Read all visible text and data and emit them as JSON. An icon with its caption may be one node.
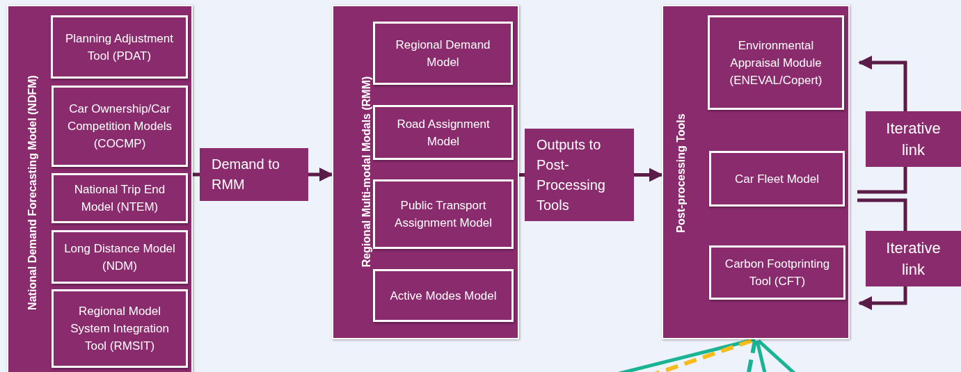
{
  "diagram": {
    "nodes": [
      {
        "text": [
          "National Demand Forecasting Model (NDFM)"
        ]
      },
      {
        "text": [
          "Planning Adjustment Tool (PDAT)"
        ],
        "in": 0
      },
      {
        "text": [
          "Car Ownership/Car Competition Models (COCMP)"
        ],
        "in": 0
      },
      {
        "text": [
          "National Trip End Model (NTEM)"
        ],
        "in": 0
      },
      {
        "text": [
          "Long Distance Model (NDM)"
        ],
        "in": 0
      },
      {
        "text": [
          "Regional Model System Integration Tool (RMSIT)"
        ],
        "in": 0
      },
      {
        "text": [
          "Demand to RMM"
        ]
      },
      {
        "text": [
          "Regional Multi-modal Modals (RMM)"
        ]
      },
      {
        "text": [
          "Regional Demand Model"
        ],
        "in": 7
      },
      {
        "text": [
          "Road Assignment Model"
        ],
        "in": 7
      },
      {
        "text": [
          "Public Transport Assignment Model"
        ],
        "in": 7
      },
      {
        "text": [
          "Active Modes Model"
        ],
        "in": 7
      },
      {
        "text": [
          "Outputs to Post-Processing Tools"
        ]
      },
      {
        "text": [
          "Post-processing Tools"
        ]
      },
      {
        "text": [
          "Environmental Appraisal Module (ENEVAL/Copert)"
        ],
        "in": 13
      },
      {
        "text": [
          "Car Fleet Model"
        ],
        "in": 13
      },
      {
        "text": [
          "Carbon Footprinting Tool (CFT)"
        ],
        "in": 13
      },
      {
        "text": [
          "Iterative link"
        ]
      },
      {
        "text": [
          "Iterative link"
        ]
      }
    ],
    "edges": [
      {
        "from": 0,
        "to": 6,
        "arrow": "none"
      },
      {
        "from": 6,
        "to": 7,
        "arrow": "to"
      },
      {
        "from": 7,
        "to": 12,
        "arrow": "none"
      },
      {
        "from": 12,
        "to": 13,
        "arrow": "to"
      },
      {
        "from": 15,
        "to": 17,
        "arrow": "none"
      },
      {
        "from": 17,
        "to": 14,
        "arrow": "to"
      },
      {
        "from": 15,
        "to": 18,
        "arrow": "none"
      },
      {
        "from": 18,
        "to": 16,
        "arrow": "to"
      },
      {
        "from": 13,
        "to": null,
        "arrow": "none",
        "color": "#1ab394"
      },
      {
        "from": 13,
        "to": null,
        "arrow": "none",
        "style": "dashed",
        "color": "#f5bc1c"
      },
      {
        "from": 13,
        "to": null,
        "arrow": "none",
        "style": "dashed",
        "color": "#1ab394"
      },
      {
        "from": 13,
        "to": null,
        "arrow": "none",
        "color": "#1ab394"
      },
      {
        "from": 13,
        "to": null,
        "arrow": "none",
        "color": "#1ab394"
      }
    ]
  }
}
